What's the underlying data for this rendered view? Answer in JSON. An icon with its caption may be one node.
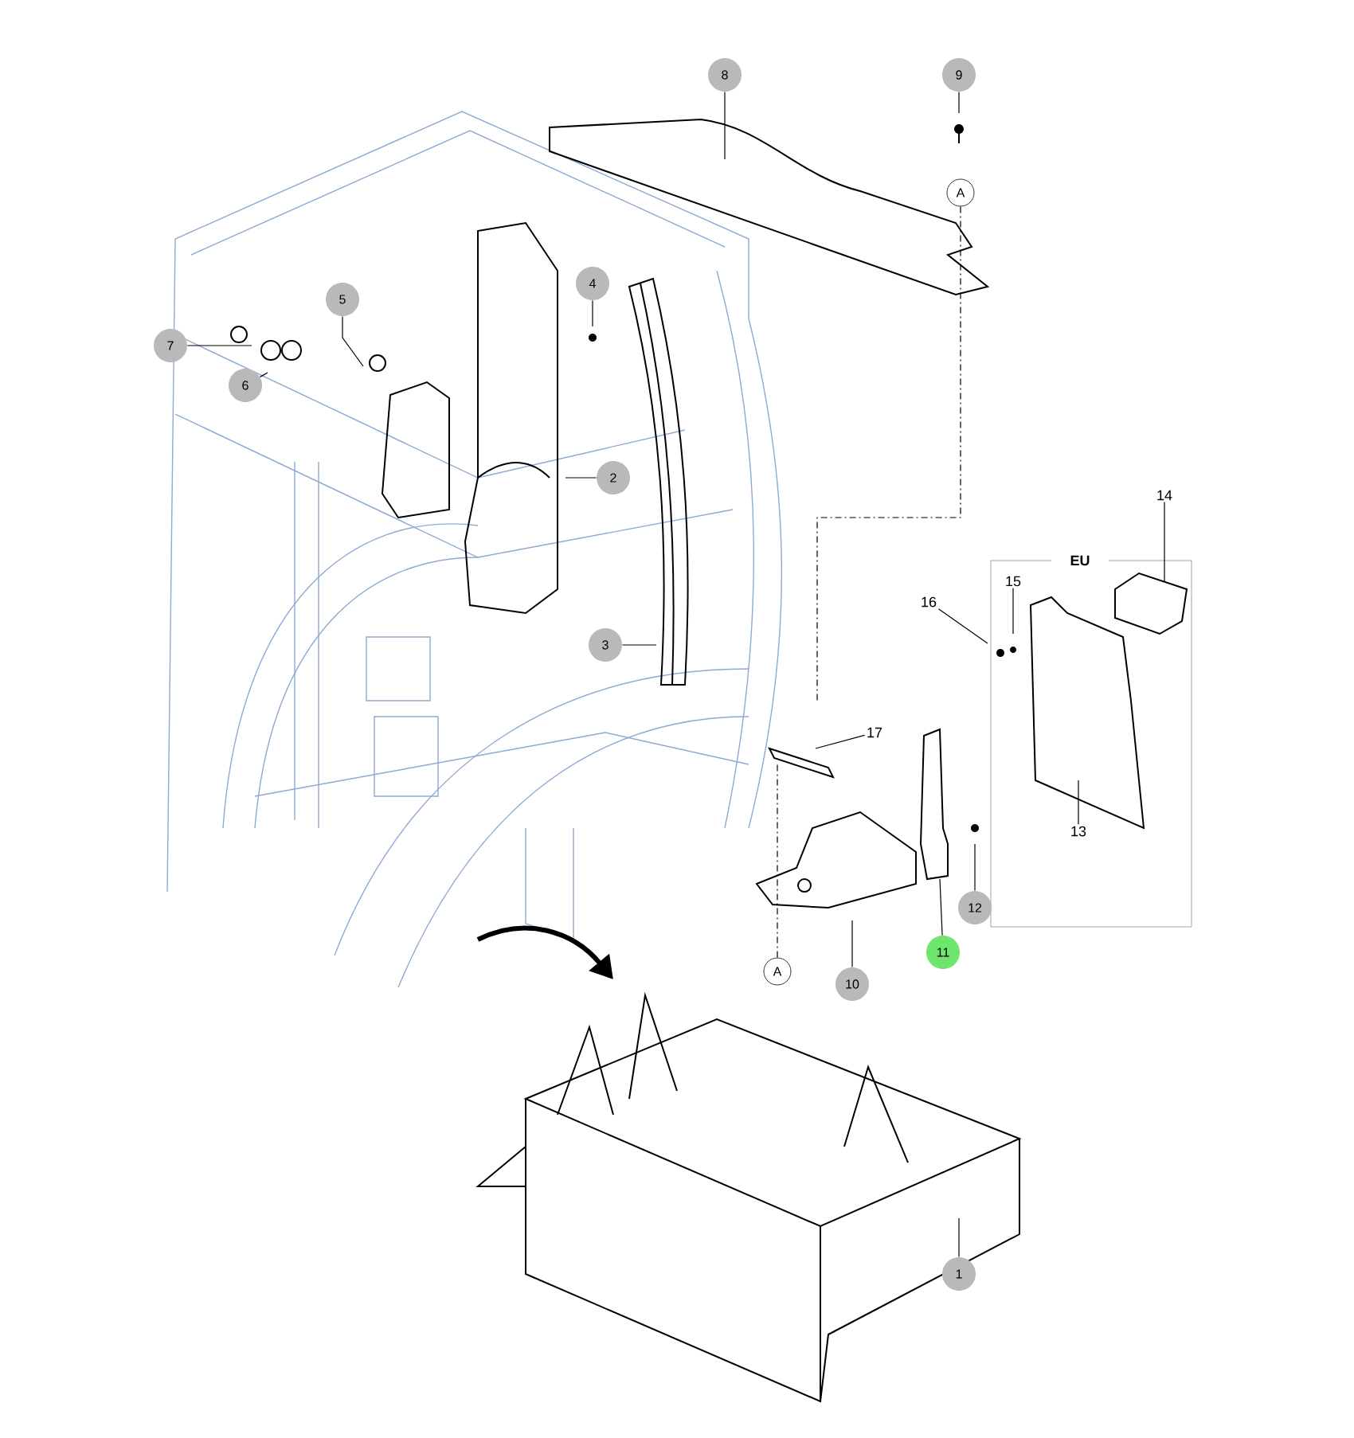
{
  "diagram": {
    "nodes": [
      {
        "text": [
          "1"
        ]
      },
      {
        "text": [
          "2"
        ]
      },
      {
        "text": [
          "3"
        ]
      },
      {
        "text": [
          "4"
        ]
      },
      {
        "text": [
          "5"
        ]
      },
      {
        "text": [
          "6"
        ]
      },
      {
        "text": [
          "7"
        ]
      },
      {
        "text": [
          "8"
        ]
      },
      {
        "text": [
          "9"
        ]
      },
      {
        "text": [
          "A"
        ]
      },
      {
        "text": [
          "10"
        ]
      },
      {
        "text": [
          "11"
        ]
      },
      {
        "text": [
          "12"
        ]
      },
      {
        "text": [
          "A"
        ]
      },
      {
        "text": [
          "13"
        ]
      },
      {
        "text": [
          "14"
        ]
      },
      {
        "text": [
          "15"
        ]
      },
      {
        "text": [
          "16"
        ]
      },
      {
        "text": [
          "17"
        ]
      }
    ],
    "edges": [
      {
        "from": 0,
        "to": null,
        "arrow": "none"
      },
      {
        "from": 1,
        "to": null,
        "arrow": "none"
      },
      {
        "from": 2,
        "to": null,
        "arrow": "none"
      },
      {
        "from": 3,
        "to": null,
        "arrow": "none"
      },
      {
        "from": 4,
        "to": null,
        "arrow": "none"
      },
      {
        "from": 5,
        "to": null,
        "arrow": "none"
      },
      {
        "from": 6,
        "to": null,
        "arrow": "none"
      },
      {
        "from": 7,
        "to": null,
        "arrow": "none"
      },
      {
        "from": 8,
        "to": null,
        "arrow": "none"
      },
      {
        "from": 9,
        "to": null,
        "arrow": "none",
        "style": "dashed"
      },
      {
        "from": 10,
        "to": null,
        "arrow": "none"
      },
      {
        "from": 11,
        "to": null,
        "arrow": "none"
      },
      {
        "from": 12,
        "to": null,
        "arrow": "none"
      },
      {
        "from": 13,
        "to": null,
        "arrow": "none",
        "style": "dashed"
      },
      {
        "from": 14,
        "to": null,
        "arrow": "none"
      },
      {
        "from": 15,
        "to": null,
        "arrow": "none"
      },
      {
        "from": 16,
        "to": null,
        "arrow": "none"
      },
      {
        "from": 17,
        "to": null,
        "arrow": "none"
      },
      {
        "from": 18,
        "to": null,
        "arrow": "none"
      }
    ],
    "labels": [
      "EU"
    ]
  }
}
